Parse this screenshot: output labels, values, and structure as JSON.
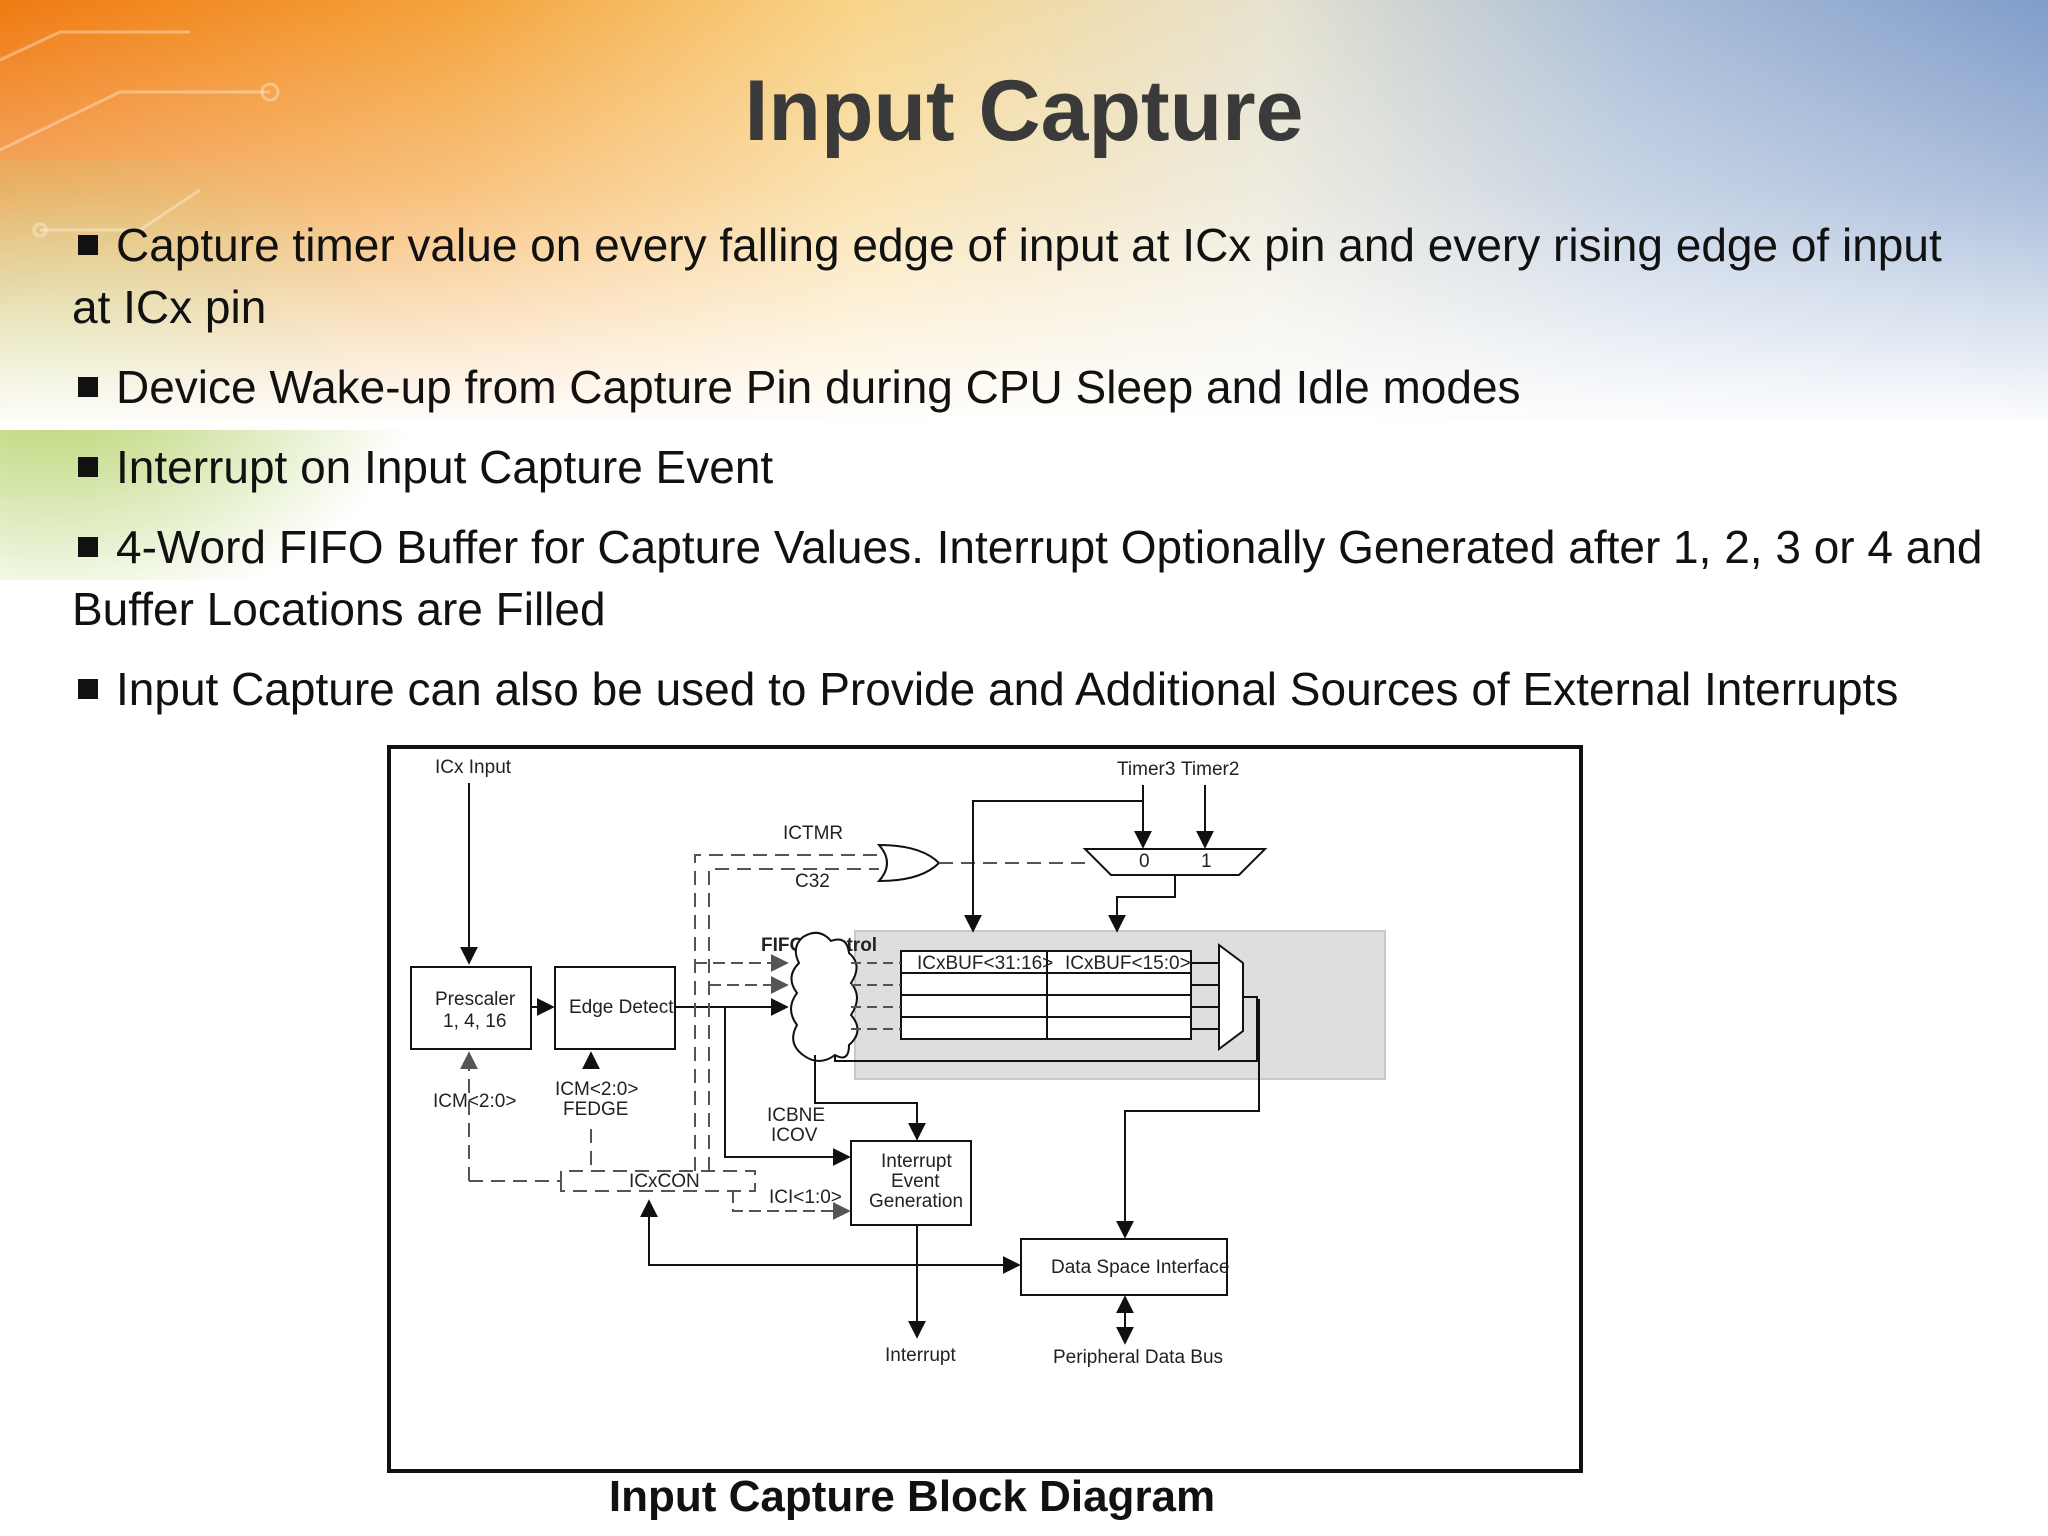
{
  "slide": {
    "title": "Input Capture",
    "bullets": [
      "Capture timer value on every falling edge of input at ICx pin and every rising edge of input at ICx pin",
      "Device Wake-up from Capture Pin during CPU Sleep and Idle modes",
      "Interrupt on Input Capture Event",
      "4-Word FIFO Buffer for Capture Values. Interrupt Optionally Generated after 1, 2, 3 or 4 and Buffer Locations are Filled",
      "Input Capture can also be used to Provide and Additional Sources of External Interrupts"
    ],
    "caption": "Input Capture Block Diagram"
  },
  "diagram": {
    "icx_input": "ICx Input",
    "timer3": "Timer3",
    "timer2": "Timer2",
    "ictmr": "ICTMR",
    "c32": "C32",
    "mux_0": "0",
    "mux_1": "1",
    "fifo_control": "FIFO Control",
    "icxbuf_hi": "ICxBUF<31:16>",
    "icxbuf_lo": "ICxBUF<15:0>",
    "prescaler_line1": "Prescaler",
    "prescaler_line2": "1, 4, 16",
    "edge_detect": "Edge Detect",
    "icm_left": "ICM<2:0>",
    "icm_right": "ICM<2:0>",
    "fedge": "FEDGE",
    "icbne": "ICBNE",
    "icov": "ICOV",
    "icxcon": "ICxCON",
    "ici": "ICI<1:0>",
    "interrupt_gen_line1": "Interrupt",
    "interrupt_gen_line2": "Event",
    "interrupt_gen_line3": "Generation",
    "data_space_interface": "Data Space Interface",
    "interrupt_out": "Interrupt",
    "peripheral_data_bus": "Peripheral Data Bus"
  },
  "colors": {
    "title": "#3a3a3a",
    "bg_orange": "#f08a1e",
    "bg_blue": "#8aa4cc",
    "fifo_fill": "#dedede"
  }
}
